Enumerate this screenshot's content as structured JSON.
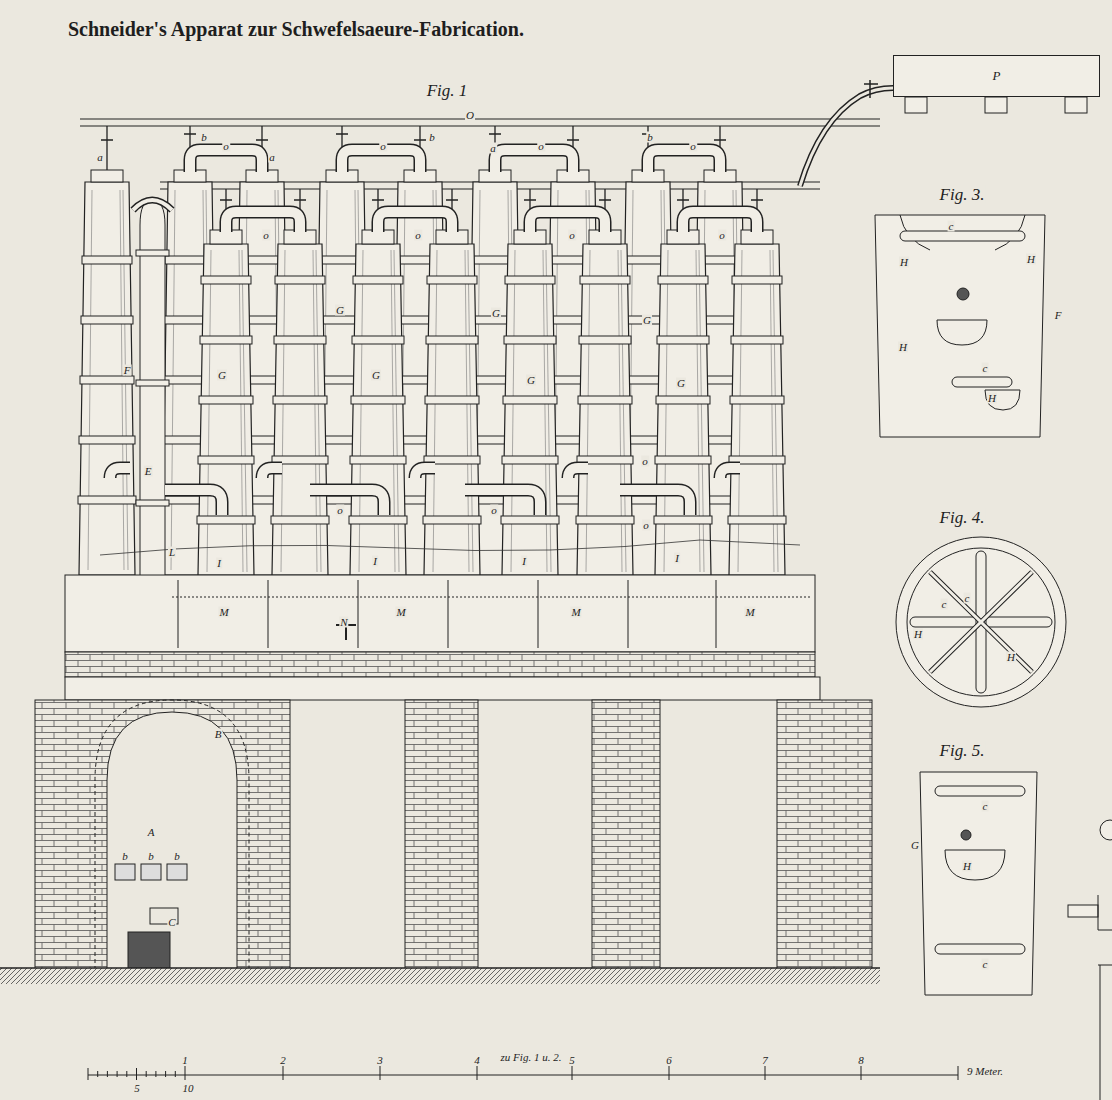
{
  "diagram": {
    "title": "Schneider's Apparat zur Schwefelsaeure-Fabrication.",
    "nodes": [
      {
        "text": [
          "P"
        ]
      }
    ],
    "labels": [
      "Fig. 1",
      "O",
      "a",
      "b",
      "o",
      "a",
      "o",
      "b",
      "a",
      "o",
      "b",
      "o",
      "o",
      "o",
      "o",
      "o",
      "F",
      "G",
      "G",
      "G",
      "G",
      "G",
      "G",
      "G",
      "E",
      "o",
      "o",
      "o",
      "o",
      "L",
      "I",
      "I",
      "I",
      "I",
      "M",
      "M",
      "M",
      "M",
      "N",
      "B",
      "A",
      "b",
      "b",
      "b",
      "C",
      "Fig. 3.",
      "c",
      "H",
      "H",
      "F",
      "H",
      "c",
      "H",
      "Fig. 4.",
      "c",
      "c",
      "H",
      "H",
      "Fig. 5.",
      "c",
      "G",
      "H",
      "c",
      "zu Fig. 1 u. 2.",
      "1",
      "2",
      "3",
      "4",
      "5",
      "6",
      "7",
      "8",
      "9 Meter.",
      "5",
      "10"
    ]
  }
}
